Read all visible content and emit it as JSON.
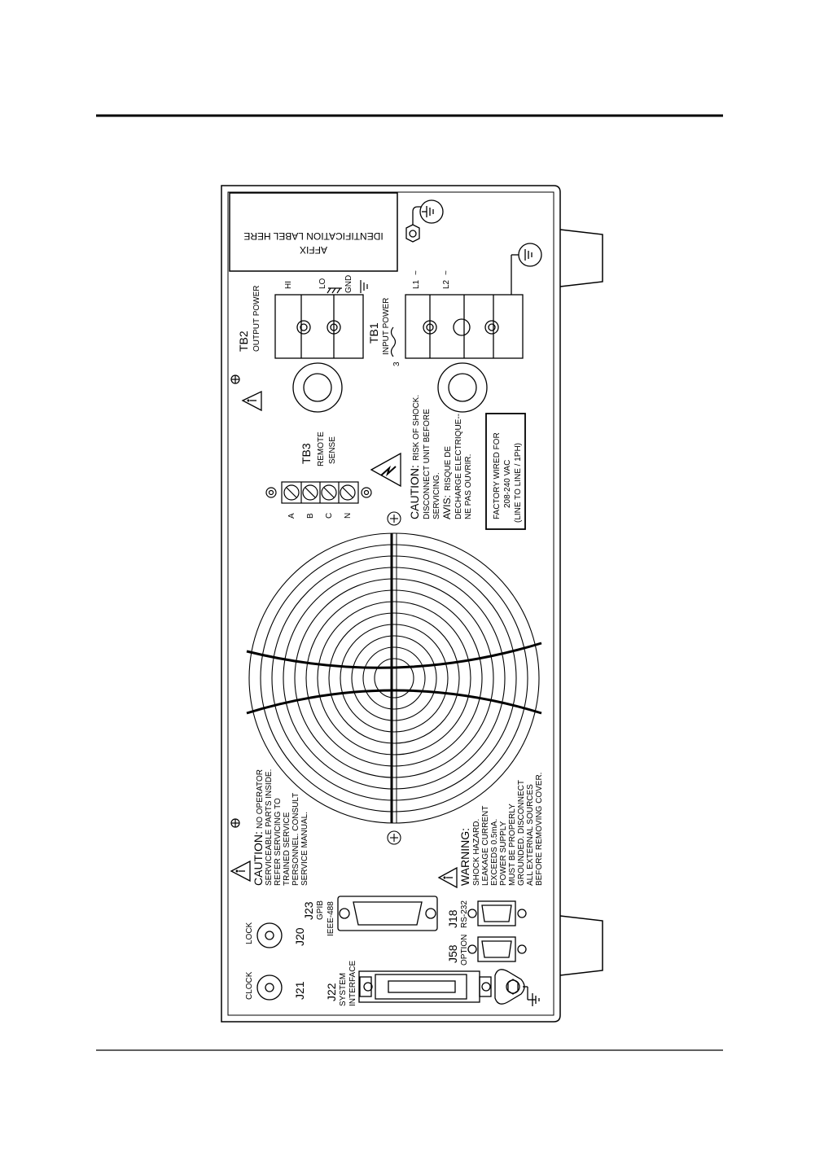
{
  "label_box": {
    "line1": "AFFIX",
    "line2": "IDENTIFICATION LABEL HERE"
  },
  "tb2": {
    "name": "TB2",
    "title": "OUTPUT POWER",
    "hi": "HI",
    "lo": "LO",
    "gnd": "GND"
  },
  "tb1": {
    "name": "TB1",
    "title": "INPUT POWER",
    "phase": "3",
    "l1": "L1",
    "l2": "L2"
  },
  "tb3": {
    "name": "TB3",
    "line1": "REMOTE",
    "line2": "SENSE",
    "a": "A",
    "b": "B",
    "c": "C",
    "n": "N"
  },
  "caution_shock": {
    "head": "CAUTION:",
    "l1": "RISK OF SHOCK.",
    "l2": "DISCONNECT UNIT BEFORE",
    "l3": "SERVICING.",
    "avis": "AVIS:",
    "l4": "RISQUE DE",
    "l5": "DECHARGE ELECTRIQUE--",
    "l6": "NE PAS OUVRIR."
  },
  "factory": {
    "l1": "FACTORY WIRED FOR",
    "l2": "208-240 VAC",
    "l3": "(LINE TO LINE / 1PH)"
  },
  "caution_service": {
    "head": "CAUTION:",
    "l1": "NO OPERATOR",
    "l2": "SERVICEABLE PARTS INSIDE.",
    "l3": "REFER SERVICING TO",
    "l4": "TRAINED SERVICE",
    "l5": "PERSONNEL. CONSULT",
    "l6": "SERVICE MANUAL."
  },
  "warning": {
    "head": "WARNING:",
    "l1": "SHOCK HAZARD.",
    "l2": "LEAKAGE CURRENT",
    "l3": "EXCEEDS 0.5mA.",
    "l4": "POWER SUPPLY",
    "l5": "MUST BE PROPERLY",
    "l6": "GROUNDED. DISCONNECT",
    "l7": "ALL EXTERNAL SOURCES",
    "l8": "BEFORE REMOVING COVER."
  },
  "connectors": {
    "j23": "J23",
    "gpib": "GPIB",
    "ieee": "IEEE-488",
    "j18": "J18",
    "rs232": "RS-232",
    "j58": "J58",
    "option": "OPTION",
    "j22": "J22",
    "system": "SYSTEM",
    "interface": "INTERFACE",
    "j20": "J20",
    "lock": "LOCK",
    "j21": "J21",
    "clock": "CLOCK"
  }
}
